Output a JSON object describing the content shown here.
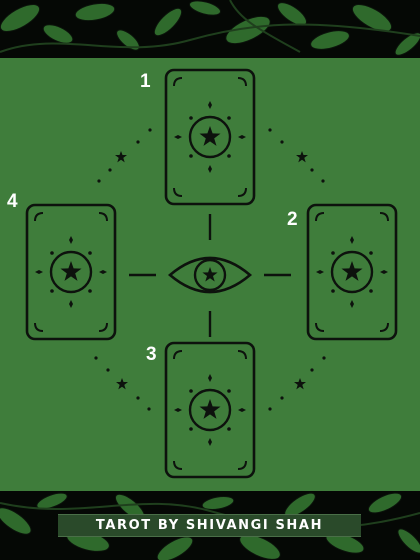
{
  "cards": [
    {
      "number": "1",
      "icon": "star-medallion-icon"
    },
    {
      "number": "2",
      "icon": "star-medallion-icon"
    },
    {
      "number": "3",
      "icon": "star-medallion-icon"
    },
    {
      "number": "4",
      "icon": "star-medallion-icon"
    }
  ],
  "center_icon": "eye-star-icon",
  "credit": "TAROT BY SHIVANGI SHAH",
  "colors": {
    "panel": "#3f7d3b",
    "band": "#050805",
    "leaf": "#2f6a2c",
    "ink": "#0d120d",
    "number_text": "#ffffff",
    "credit_bg": "#2a4a2a"
  }
}
